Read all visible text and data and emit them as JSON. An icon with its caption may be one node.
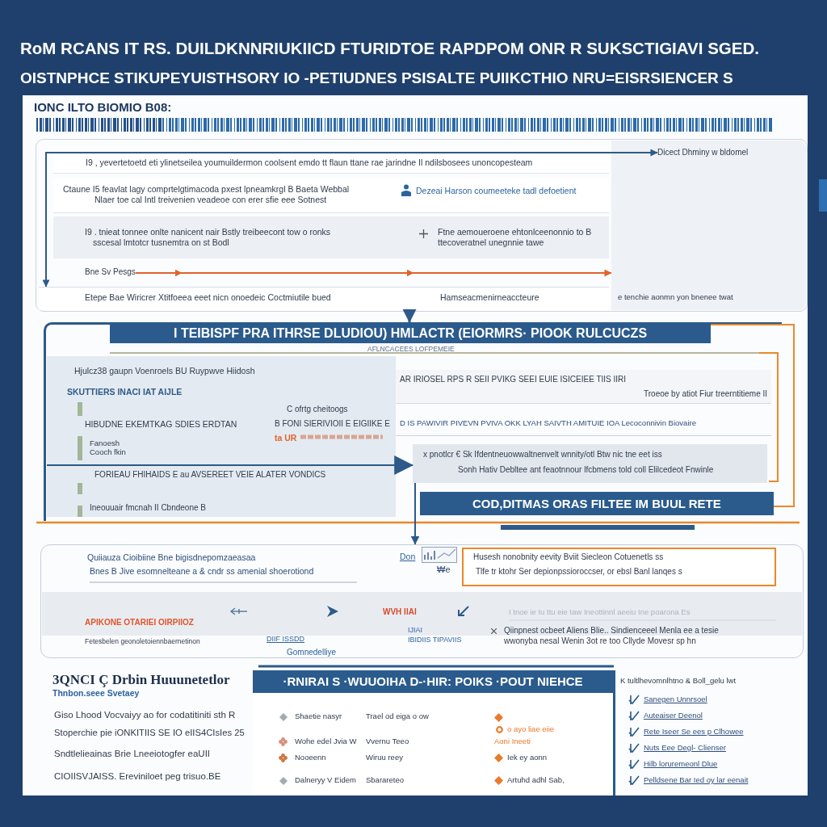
{
  "diagram": {
    "title": "RoM RCANS IT RS. DUILDKNNRIUKIICD FTURIDTOE RAPDPOM ONR R SUKSCTIGIAVI SGED.",
    "nodes": [
      {
        "text": [
          "IONC ILTO BIOMIO B08:"
        ]
      },
      {
        "text": [],
        "shape": "box"
      },
      {
        "text": [
          "I9 , yevertetoetd eti ylinetseilea youmuildermon coolsent emdo tt flaun ttane rae jarindne Il ndilsbosees unoncopesteam"
        ],
        "in": 1
      },
      {
        "text": [
          "Ctaune I5 feavlat lagy comprtelgtimacoda pxest lpneamkrgl B Baeta Webbal Nlaer toe cal Intl treivenien veadeoe con erer sfie eee Sotnest",
          "Dezeai Harson coumeeteke tadl defoetient"
        ],
        "in": 1
      },
      {
        "text": [
          "I9 . tnieat tonnee onlte nanicent nair Bstly treibeecont tow o ronks sscesal lmtotcr tusnemtra on st Bodl",
          "Ftne aemoueroene ehtonlceenonnio to B ttecoveratnel unegnnie tawe"
        ],
        "in": 1
      },
      {
        "text": [
          "Bne Sv Pesgs"
        ],
        "in": 1
      },
      {
        "text": [
          "Etepe Bae Wiricrer Xtitfoeea eeet nicn onoedeic Coctmiutile bued",
          "Hamseacmenirneaccteure"
        ],
        "in": 1
      },
      {
        "text": [
          "e tenchie aonmn yon bnenee twat"
        ],
        "in": 1
      },
      {
        "text": [
          "Dicect Dhminy w bldomel"
        ],
        "in": 7
      },
      {
        "text": [],
        "shape": "box"
      },
      {
        "text": [
          "I TEIBISPF PRA ITHRSE DLUDIOU) HMLACTR (EIORMRS· PIOOK RULCUCZS"
        ],
        "beside": [
          "AFLNCACEES LOFPEMEIE"
        ],
        "in": 9
      },
      {
        "text": [
          "Hjulcz38 gaupn Voenroels BU Ruypwve Hiidosh",
          "SKUTTIERS INACI IAT AIJLE",
          "C ofrtg cheitoogs",
          "HIBUDNE EKEMTKAG SDIES ERDTAN",
          "B FONI SIERIVIOII E EIGIIKE E",
          "ta UR",
          "Fanoesh Cooch fkin",
          "FORIEAU FHIHAIDS E au AVSEREET VEIE ALATER VONDICS",
          "Ineouuair fmcnah II Cbndeone B"
        ],
        "in": 9
      },
      {
        "text": [
          "AR IRIOSEL RPS R SEII PVIKG SEEI EUIE ISICEIEE TIIS IIRI",
          "Troeoe by atiot Fiur treerntitieme II"
        ],
        "in": 9
      },
      {
        "text": [
          "D IS PAWIVIR PIVEVN PVIVA OKK LYAH SAIVTH AMITUIE IOA Lecoconnivin Biovaire"
        ],
        "in": 9
      },
      {
        "text": [
          "x pnotlcr € Sk Ifdentneuowwaltnenvelt wnnity/otl Btw nic tne eet iss",
          "Sonh Hativ Debltee ant feaotnnour lfcbmens told coll Elilcedeot Fnwinle"
        ],
        "in": 9
      },
      {
        "text": [
          "COD,DITMAS ORAS FILTEE IM BUUL RETE"
        ],
        "in": 9
      },
      {
        "text": [],
        "shape": "box"
      },
      {
        "text": [
          "Husesh nonobnity eevity Bviit Siecleon Cotuenetls ss",
          "Tlfe tr ktohr Ser depionpssioroccser, or ebsl Banl lanqes s"
        ],
        "in": 16
      },
      {
        "text": [
          "·RNIRAI S ·WUUOIHA D-·HIR: POIKS ·POUT NIEHCE"
        ]
      }
    ],
    "edges": [
      {
        "from": 8,
        "to": 6,
        "arrow": "both"
      },
      {
        "from": 1,
        "to": 9,
        "arrow": "to"
      },
      {
        "from": 5,
        "to": 7,
        "arrow": "to",
        "color": "#e2622b"
      },
      {
        "from": 11,
        "to": 14,
        "arrow": "to"
      },
      {
        "from": 10,
        "to": 15,
        "arrow": "none",
        "color": "#ea8a2c"
      },
      {
        "from": 14,
        "to": 16,
        "arrow": "to"
      }
    ],
    "labels": [
      "OISTNPHCE STIKUPEYUISTHSORY IO -PETIUDNES PSISALTE PUIIKCTHIO NRU=EISRSIENCER S",
      "Quiiauza Cioibiine Bne bigisdnepomzaeasaa",
      "Don",
      "Bnes B Jive esomnelteane a & cndr ss amenial shoerotiond",
      "₩e",
      "WVH IIAI",
      "I tnoe ie Iu ttu eie taw Ineottinnl aeeiu Ine poarona Es",
      "APIKONE OTARIEI OIRPIIOZ",
      "IJIAI",
      "Qiinpnest ocbeet Aliens Blie.. Sindienceeel Menla ee a tesie",
      "Fetesbelen geonoletoiennbaernetinon",
      "DIIF ISSDD",
      "IBIDIIS TIPAVIIS",
      "wwonyba nesal Wenin 3ot re too Cllyde Movesr sp hn",
      "Gomnedelliye",
      "3QNCI Ç Drbin Huuunetetlor",
      "K tultlhevomnlhtno & Boll_gelu lwt",
      "Thnbon.seee Svetaey",
      "Giso Lhood Vocvaiyy ao for codatitiniti sth R",
      "Stoperchie pie iONKITIIS SE IO eIIS4CIsIes 25",
      "Sndtlelieainas Brie Lneeiotogfer eaUII",
      "CIOIISVJAISS. Ereviniloet peg trisuo.BE",
      "Shaetie nasyr",
      "Trael od eiga o ow",
      "o ayo liae eiie",
      "Wohe edel Jvia W",
      "Vvernu Teeo",
      "Aoni Ineeti",
      "Nooeenn",
      "Wiruu reey",
      "Iek ey aonn",
      "Dalneryy V Eidem",
      "Sbarareteo",
      "Artuhd adhl Sab,",
      "Sanegen Unnrsoel",
      "Auteaiser Deenol",
      "Rete Iseer Se ees p Clhowee",
      "Nuts Eee Degl- Clienser",
      "Hilb loruremeonl Dlue",
      "Pelldsene Bar Ied oy lar eenait"
    ]
  }
}
